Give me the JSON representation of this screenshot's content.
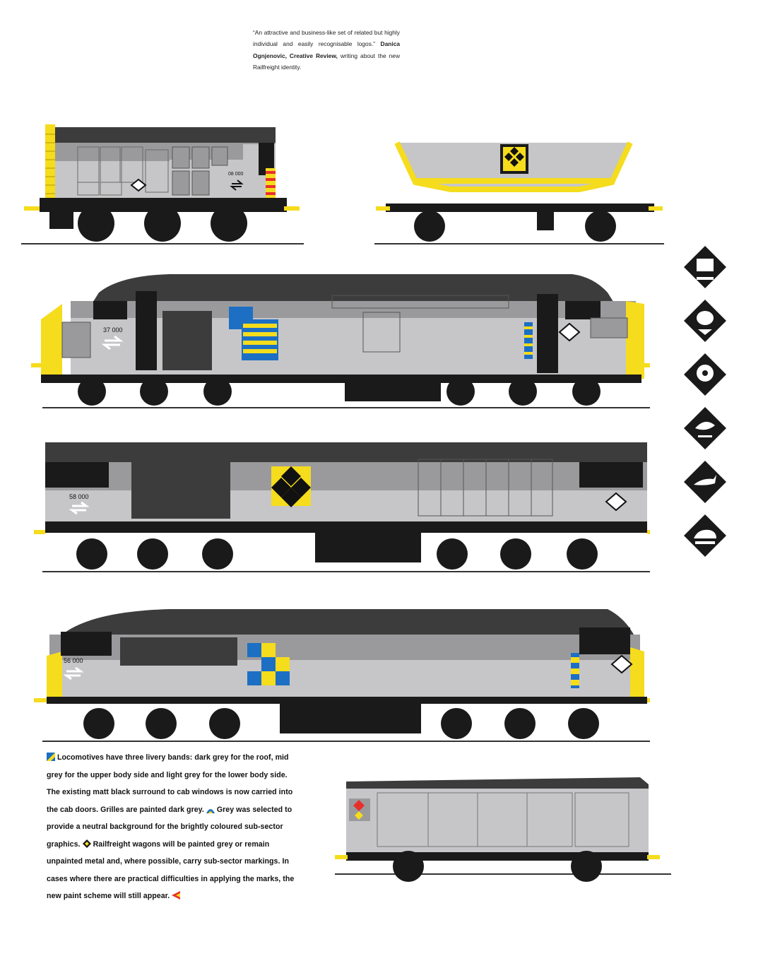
{
  "quote": {
    "text": "“An attractive and business-like set of related but highly individual and easily recognisable logos.”",
    "author": "Danica Ognjenovic, Creative Review,",
    "tail": "writing about the new Railfreight identity."
  },
  "locomotives": {
    "class08": {
      "number": "08 000"
    },
    "class37": {
      "number": "37 000"
    },
    "class58": {
      "number": "58 000"
    },
    "class56": {
      "number": "56 000"
    }
  },
  "body": {
    "p1": "Locomotives have three livery bands: dark grey for the roof, mid grey for the upper body side and light grey for the lower body side. The existing matt black surround to cab windows is now carried into the cab doors. Grilles are painted dark grey.",
    "p2": "Grey was selected to provide a neutral background for the brightly coloured sub-sector graphics.",
    "p3": "Railfreight wagons will be painted grey or remain unpainted metal and, where possible, carry sub-sector markings. In cases where there are practical difficulties in applying the marks, the new paint scheme will still appear."
  },
  "depot_icons": [
    "scottie-dog-icon",
    "flame-icon",
    "rose-icon",
    "kingfisher-icon",
    "hare-icon",
    "bison-icon"
  ],
  "colors": {
    "dark_grey": "#3c3c3c",
    "mid_grey": "#9a9a9c",
    "light_grey": "#c6c6c8",
    "yellow": "#f5dc1c",
    "blue": "#1d6fc4",
    "black": "#111111",
    "red": "#e8302a"
  }
}
